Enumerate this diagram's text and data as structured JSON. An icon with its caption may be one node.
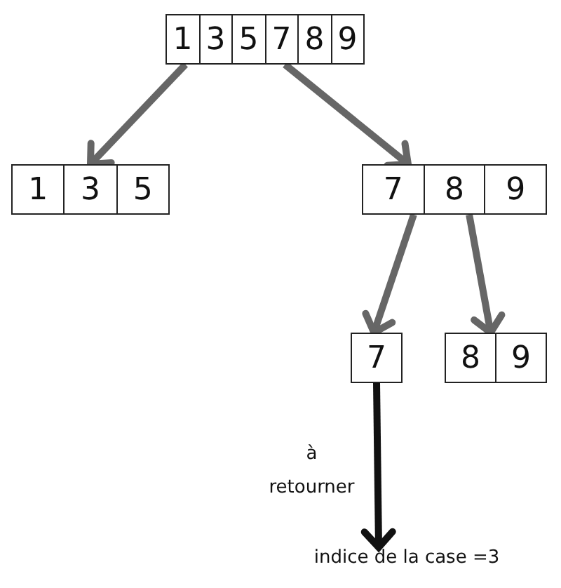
{
  "diagram": {
    "nodes": [
      {
        "text": [
          "1",
          "3",
          "5",
          "7",
          "8",
          "9"
        ]
      },
      {
        "text": [
          "1",
          "3",
          "5"
        ]
      },
      {
        "text": [
          "7",
          "8",
          "9"
        ]
      },
      {
        "text": [
          "7"
        ]
      },
      {
        "text": [
          "8",
          "9"
        ]
      },
      {
        "text": [
          "indice de la case =3"
        ]
      }
    ],
    "edges": [
      {
        "from": 0,
        "to": 1,
        "arrow": "to"
      },
      {
        "from": 0,
        "to": 2,
        "arrow": "to"
      },
      {
        "from": 2,
        "to": 3,
        "arrow": "to"
      },
      {
        "from": 2,
        "to": 4,
        "arrow": "to"
      },
      {
        "from": 3,
        "to": 5,
        "arrow": "to",
        "label": "à retourner",
        "color": "#111111"
      }
    ]
  }
}
